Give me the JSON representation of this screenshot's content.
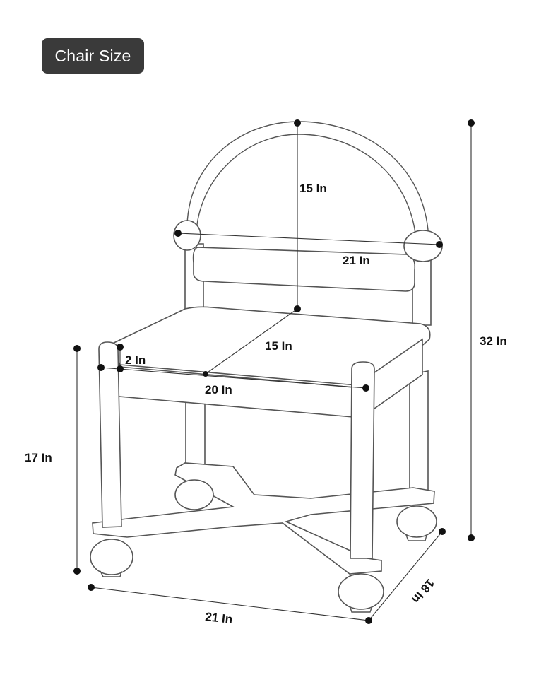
{
  "title": "Chair Size",
  "dimensions": {
    "backrest_height": "15 In",
    "back_width": "21 In",
    "total_height": "32 In",
    "seat_depth": "15 In",
    "seat_thickness": "2 In",
    "seat_width": "20 In",
    "seat_height": "17 In",
    "base_width": "21 In",
    "base_depth": "18 In"
  },
  "colors": {
    "badge_bg": "#3a3a3a",
    "badge_text": "#ffffff",
    "line": "#555555",
    "dot": "#111111"
  }
}
